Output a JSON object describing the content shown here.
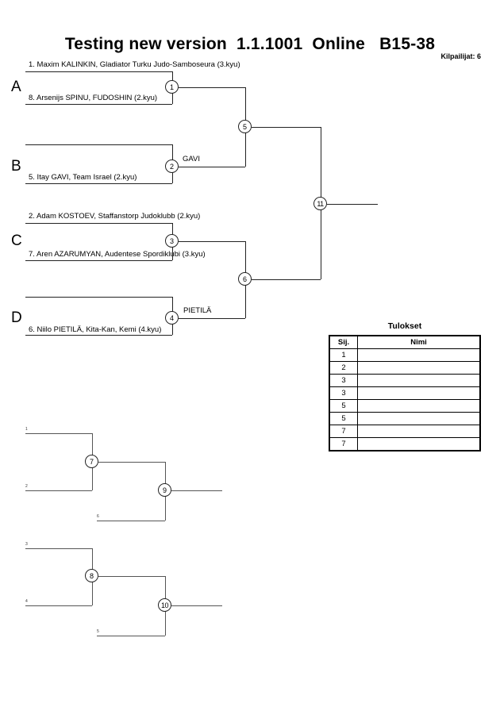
{
  "header": {
    "title": "Testing new version  1.1.1001  Online   B15-38",
    "competitors": "Kilpailijat: 6"
  },
  "bracket": {
    "groups": [
      {
        "letter": "A",
        "top_entrant": "1. Maxim KALINKIN, Gladiator Turku Judo-Samboseura (3.kyu)",
        "bottom_entrant": "8. Arsenijs SPINU, FUDOSHIN (2.kyu)",
        "match_no": "1",
        "winner": ""
      },
      {
        "letter": "B",
        "top_entrant": "",
        "bottom_entrant": "5. Itay GAVI, Team Israel (2.kyu)",
        "match_no": "2",
        "winner": "GAVI"
      },
      {
        "letter": "C",
        "top_entrant": "2. Adam KOSTOEV, Staffanstorp Judoklubb (2.kyu)",
        "bottom_entrant": "7. Aren AZARUMYAN, Audentese Spordiklubi (3.kyu)",
        "match_no": "3",
        "winner": ""
      },
      {
        "letter": "D",
        "top_entrant": "",
        "bottom_entrant": "6. Niilo PIETILÄ, Kita-Kan, Kemi (4.kyu)",
        "match_no": "4",
        "winner": "PIETILÄ"
      }
    ],
    "semifinals": [
      {
        "match_no": "5"
      },
      {
        "match_no": "6"
      }
    ],
    "final": {
      "match_no": "11"
    },
    "repechage": [
      {
        "match_no": "7",
        "feed_top": "1",
        "feed_bottom": "2",
        "next_match_no": "9",
        "next_feed": "6"
      },
      {
        "match_no": "8",
        "feed_top": "3",
        "feed_bottom": "4",
        "next_match_no": "10",
        "next_feed": "5"
      }
    ]
  },
  "results": {
    "title": "Tulokset",
    "columns": [
      "Sij.",
      "Nimi"
    ],
    "rows": [
      {
        "rank": "1",
        "name": ""
      },
      {
        "rank": "2",
        "name": ""
      },
      {
        "rank": "3",
        "name": ""
      },
      {
        "rank": "3",
        "name": ""
      },
      {
        "rank": "5",
        "name": ""
      },
      {
        "rank": "5",
        "name": ""
      },
      {
        "rank": "7",
        "name": ""
      },
      {
        "rank": "7",
        "name": ""
      }
    ]
  }
}
